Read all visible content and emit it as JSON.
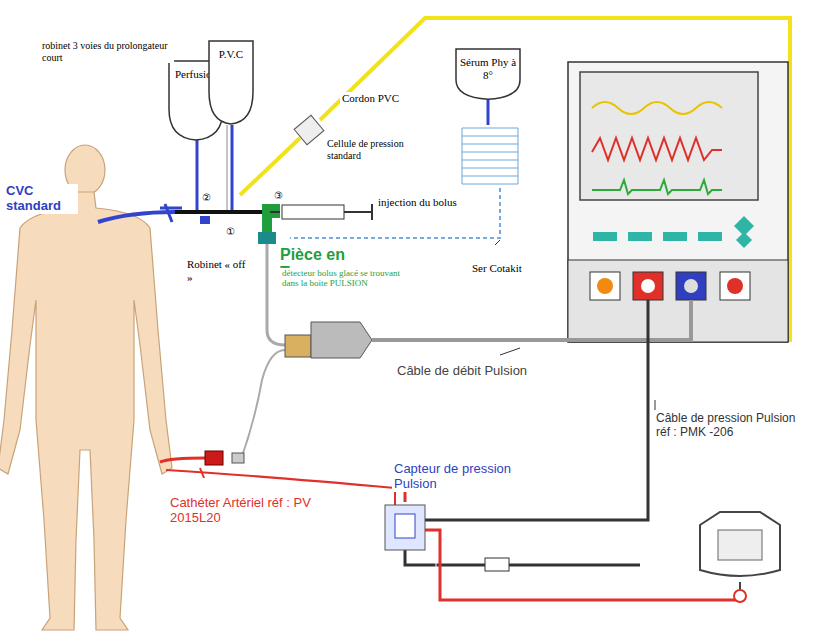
{
  "diagram": {
    "nodes": [
      {
        "text": [
          "Perfusion"
        ]
      },
      {
        "text": [
          "P.V.C"
        ]
      },
      {
        "text": [
          "Sérum Phy à 8°"
        ]
      }
    ],
    "labels": [
      "CVC standard",
      "robinet 3 voies du prolongateur court",
      "Cordon PVC",
      "Cellule de pression standard",
      "injection du bolus",
      "②",
      "③",
      "①",
      "Robinet « off »",
      "Pièce en T:",
      "détecteur bolus glacé se trouvant dans la boite PULSION",
      "Ser Cotakit",
      "Câble de débit Pulsion",
      "Câble de pression Pulsion réf : PMK -206",
      "Capteur de pression Pulsion",
      "Cathéter Artériel réf : PV 2015L20"
    ]
  }
}
